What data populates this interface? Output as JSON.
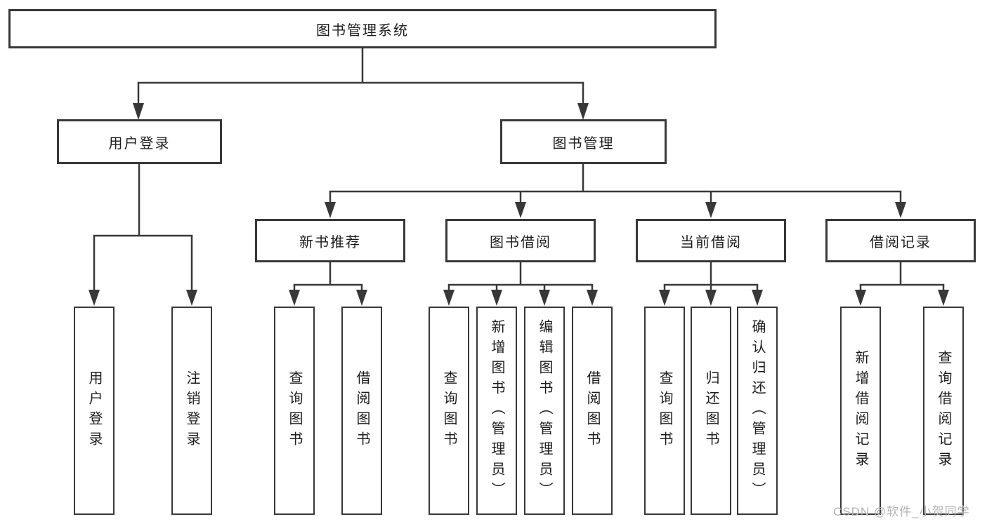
{
  "tree": {
    "label": "图书管理系统",
    "children": [
      {
        "label": "用户登录",
        "children": [
          {
            "label": "用户登录"
          },
          {
            "label": "注销登录"
          }
        ]
      },
      {
        "label": "图书管理",
        "children": [
          {
            "label": "新书推荐",
            "children": [
              {
                "label": "查询图书"
              },
              {
                "label": "借阅图书"
              }
            ]
          },
          {
            "label": "图书借阅",
            "children": [
              {
                "label": "查询图书"
              },
              {
                "label": "新增图书（管理员）"
              },
              {
                "label": "编辑图书（管理员）"
              },
              {
                "label": "借阅图书"
              }
            ]
          },
          {
            "label": "当前借阅",
            "children": [
              {
                "label": "查询图书"
              },
              {
                "label": "归还图书"
              },
              {
                "label": "确认归还（管理员）"
              }
            ]
          },
          {
            "label": "借阅记录",
            "children": [
              {
                "label": "新增借阅记录"
              },
              {
                "label": "查询借阅记录"
              }
            ]
          }
        ]
      }
    ]
  },
  "watermark": "CSDN @软件_小贺同学",
  "colors": {
    "line": "#383838",
    "box_border": "#383838",
    "text": "#1c1c1c",
    "watermark": "#b3b3b3",
    "background": "#ffffff"
  }
}
